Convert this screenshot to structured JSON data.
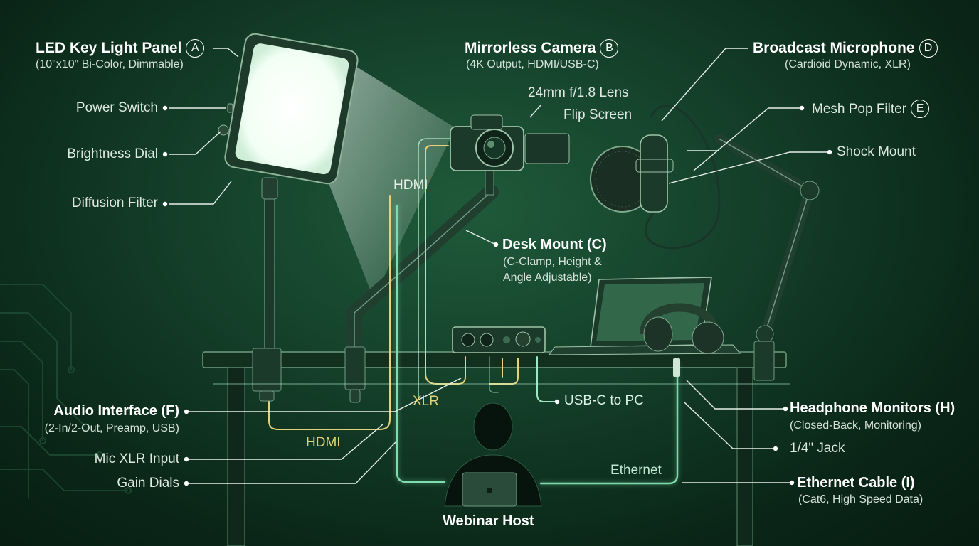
{
  "labels": {
    "led_title": "LED Key Light Panel",
    "led_badge": "A",
    "led_sub": "(10\"x10\" Bi-Color, Dimmable)",
    "power_switch": "Power Switch",
    "brightness_dial": "Brightness Dial",
    "diffusion_filter": "Diffusion Filter",
    "camera_title": "Mirrorless Camera",
    "camera_badge": "B",
    "camera_sub": "(4K Output, HDMI/USB-C)",
    "lens": "24mm f/1.8 Lens",
    "flip_screen": "Flip Screen",
    "mic_title": "Broadcast Microphone",
    "mic_badge": "D",
    "mic_sub": "(Cardioid Dynamic, XLR)",
    "pop_filter": "Mesh Pop Filter",
    "pop_badge": "E",
    "shock_mount": "Shock Mount",
    "desk_mount_title": "Desk Mount (C)",
    "desk_mount_sub1": "(C-Clamp, Height &",
    "desk_mount_sub2": "Angle Adjustable)",
    "audio_title": "Audio Interface (F)",
    "audio_sub": "(2-In/2-Out, Preamp, USB)",
    "mic_xlr_input": "Mic XLR Input",
    "gain_dials": "Gain Dials",
    "headphone_title": "Headphone Monitors (H)",
    "headphone_sub": "(Closed-Back, Monitoring)",
    "jack": "1/4\" Jack",
    "ethernet_title": "Ethernet Cable (I)",
    "ethernet_sub": "(Cat6, High Speed Data)",
    "webinar_host": "Webinar Host"
  },
  "wires": {
    "hdmi_top": "HDMI",
    "hdmi_bottom": "HDMI",
    "xlr": "XLR",
    "usb_c": "USB-C to PC",
    "ethernet": "Ethernet"
  },
  "colors": {
    "background": "#0b2a1d",
    "hdmi_cable": "#e6d27a",
    "xlr_cable": "#e6d27a",
    "usb_cable": "#9fe8c4",
    "ethernet_cable": "#7fdcae",
    "light_beam": "#f4fff7"
  }
}
